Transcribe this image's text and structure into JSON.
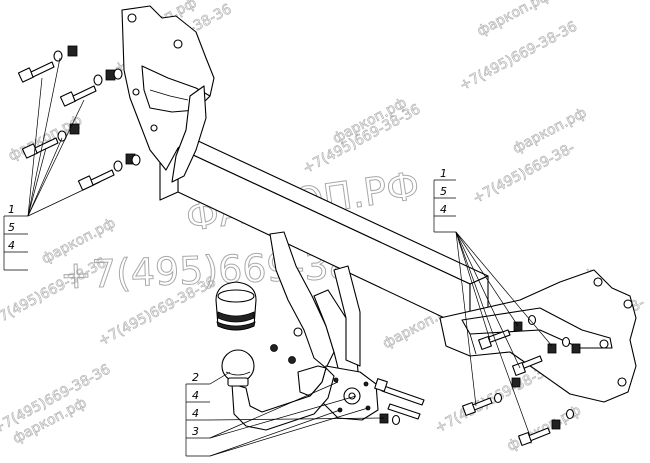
{
  "watermark": {
    "site": "фаркоп.рф",
    "site_upper": "ФАРКОП.РФ",
    "phone": "+7(495)669-38-36",
    "phone_alt": "+7(495)669-38-36",
    "phone_short": "+7(495)669-38-"
  },
  "callouts": {
    "left_group": [
      "1",
      "5",
      "4"
    ],
    "right_group": [
      "1",
      "5",
      "4"
    ],
    "ball_group": [
      "2",
      "4",
      "4",
      "3"
    ]
  }
}
